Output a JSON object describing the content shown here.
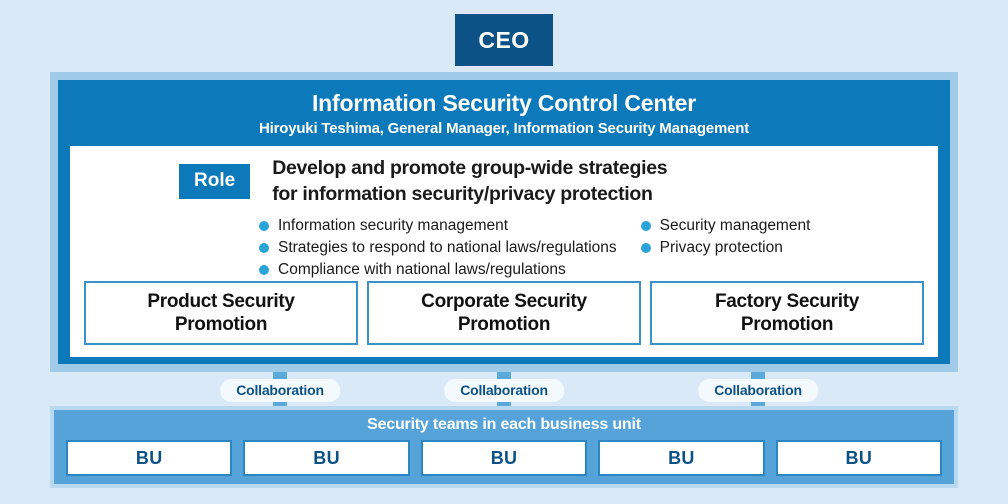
{
  "page": {
    "background_color": "#d9e9f8"
  },
  "ceo": {
    "label": "CEO",
    "color": "#0d5286"
  },
  "control_center": {
    "title": "Information Security Control Center",
    "subtitle": "Hiroyuki Teshima, General Manager, Information Security Management",
    "header_color": "#0b79ba",
    "frame_color": "#9fcbe8"
  },
  "role": {
    "badge_label": "Role",
    "badge_color": "#0b79ba",
    "description_line1": "Develop and promote group-wide strategies",
    "description_line2": "for information security/privacy protection",
    "bullet_color": "#29a3d8",
    "bullets_left": [
      "Information security management",
      "Strategies to respond to national laws/regulations",
      "Compliance with national laws/regulations"
    ],
    "bullets_right": [
      "Security management",
      "Privacy protection"
    ]
  },
  "promotions": [
    {
      "line1": "Product Security",
      "line2": "Promotion"
    },
    {
      "line1": "Corporate Security",
      "line2": "Promotion"
    },
    {
      "line1": "Factory Security",
      "line2": "Promotion"
    }
  ],
  "collaboration": {
    "label": "Collaboration",
    "pill_text_color": "#0d5286",
    "connector_color": "#5aa9db",
    "items": [
      {
        "label": "Collaboration"
      },
      {
        "label": "Collaboration"
      },
      {
        "label": "Collaboration"
      }
    ]
  },
  "business_units": {
    "title": "Security teams in each business unit",
    "panel_color": "#55a3d8",
    "frame_color": "#b8d9ef",
    "boxes": [
      {
        "label": "BU"
      },
      {
        "label": "BU"
      },
      {
        "label": "BU"
      },
      {
        "label": "BU"
      },
      {
        "label": "BU"
      }
    ]
  }
}
